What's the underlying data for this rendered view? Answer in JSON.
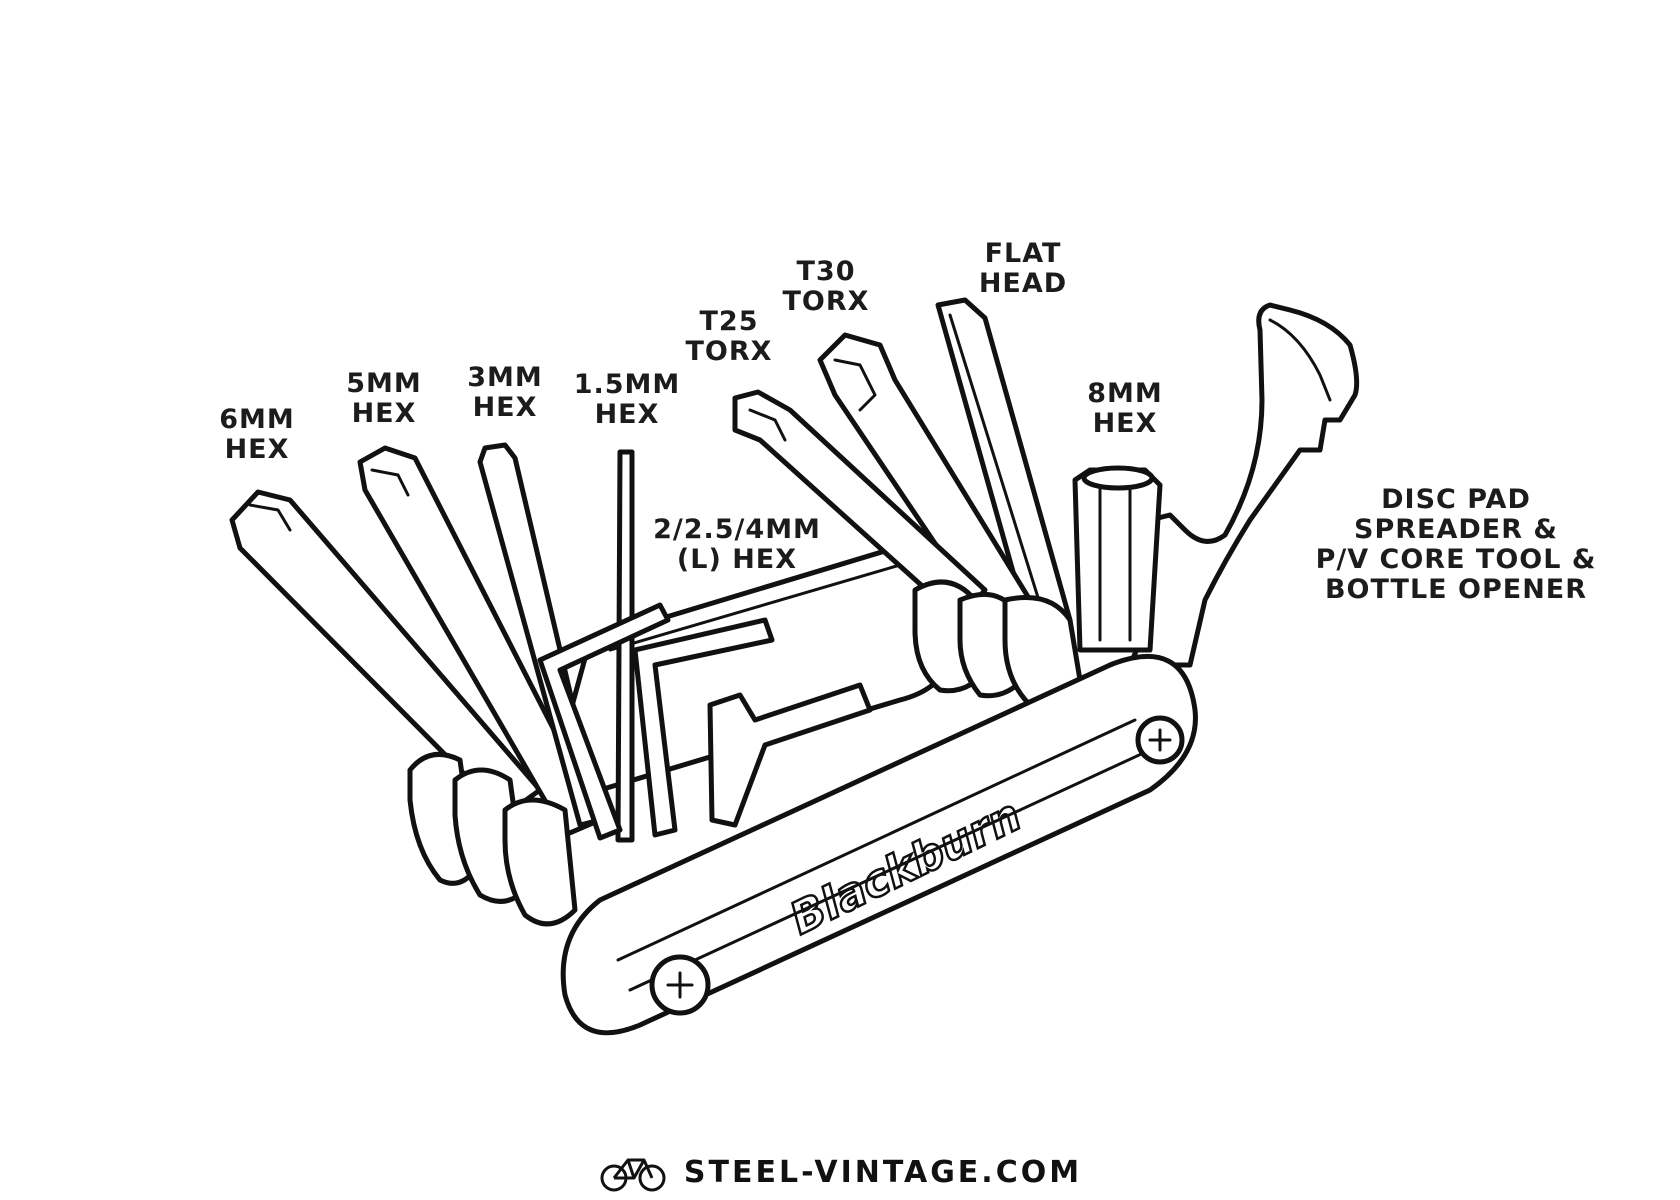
{
  "labels": {
    "hex6": [
      "6MM",
      "HEX"
    ],
    "hex5": [
      "5MM",
      "HEX"
    ],
    "hex3": [
      "3MM",
      "HEX"
    ],
    "hex15": [
      "1.5MM",
      "HEX"
    ],
    "lhex": [
      "2/2.5/4MM",
      "(L) HEX"
    ],
    "t25": [
      "T25",
      "TORX"
    ],
    "t30": [
      "T30",
      "TORX"
    ],
    "flat": [
      "FLAT",
      "HEAD"
    ],
    "hex8": [
      "8MM",
      "HEX"
    ],
    "disc": [
      "DISC PAD",
      "SPREADER &",
      "P/V CORE TOOL &",
      "BOTTLE OPENER"
    ]
  },
  "brand": "Blackburn",
  "footer": {
    "site": "STEEL-VINTAGE.COM",
    "logo_icon": "bicycle-logo-icon"
  }
}
